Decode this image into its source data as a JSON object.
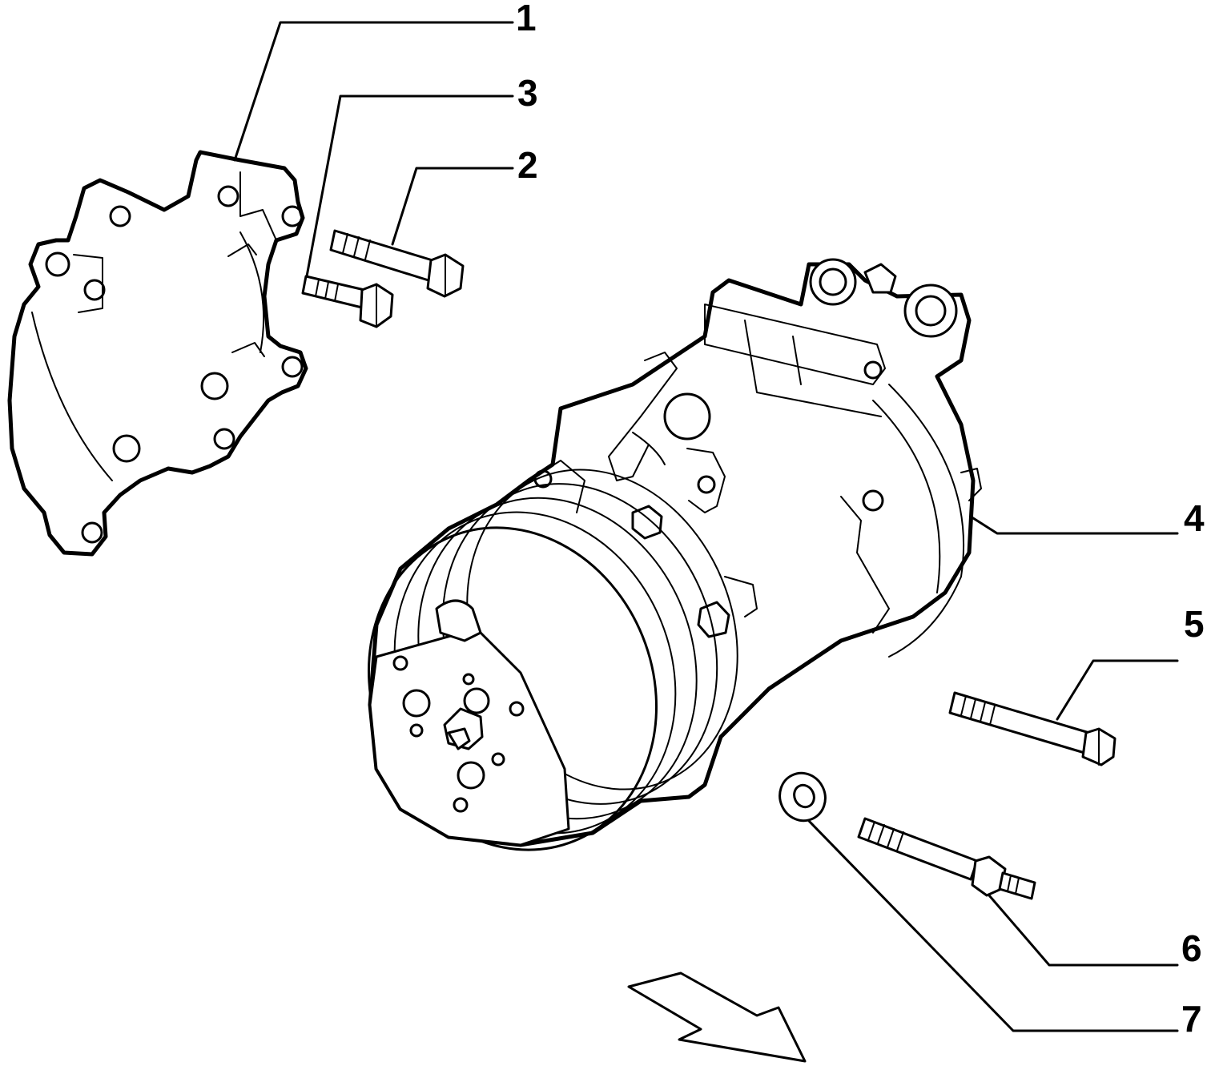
{
  "callouts": [
    {
      "id": "1",
      "label": "1",
      "part": "bracket"
    },
    {
      "id": "2",
      "label": "2",
      "part": "bolt-long"
    },
    {
      "id": "3",
      "label": "3",
      "part": "bolt-short"
    },
    {
      "id": "4",
      "label": "4",
      "part": "compressor"
    },
    {
      "id": "5",
      "label": "5",
      "part": "bolt-through"
    },
    {
      "id": "6",
      "label": "6",
      "part": "stud"
    },
    {
      "id": "7",
      "label": "7",
      "part": "washer"
    }
  ],
  "colors": {
    "ink": "#000000",
    "paper": "#ffffff"
  },
  "icons": {
    "direction": "direction-arrow-icon"
  }
}
